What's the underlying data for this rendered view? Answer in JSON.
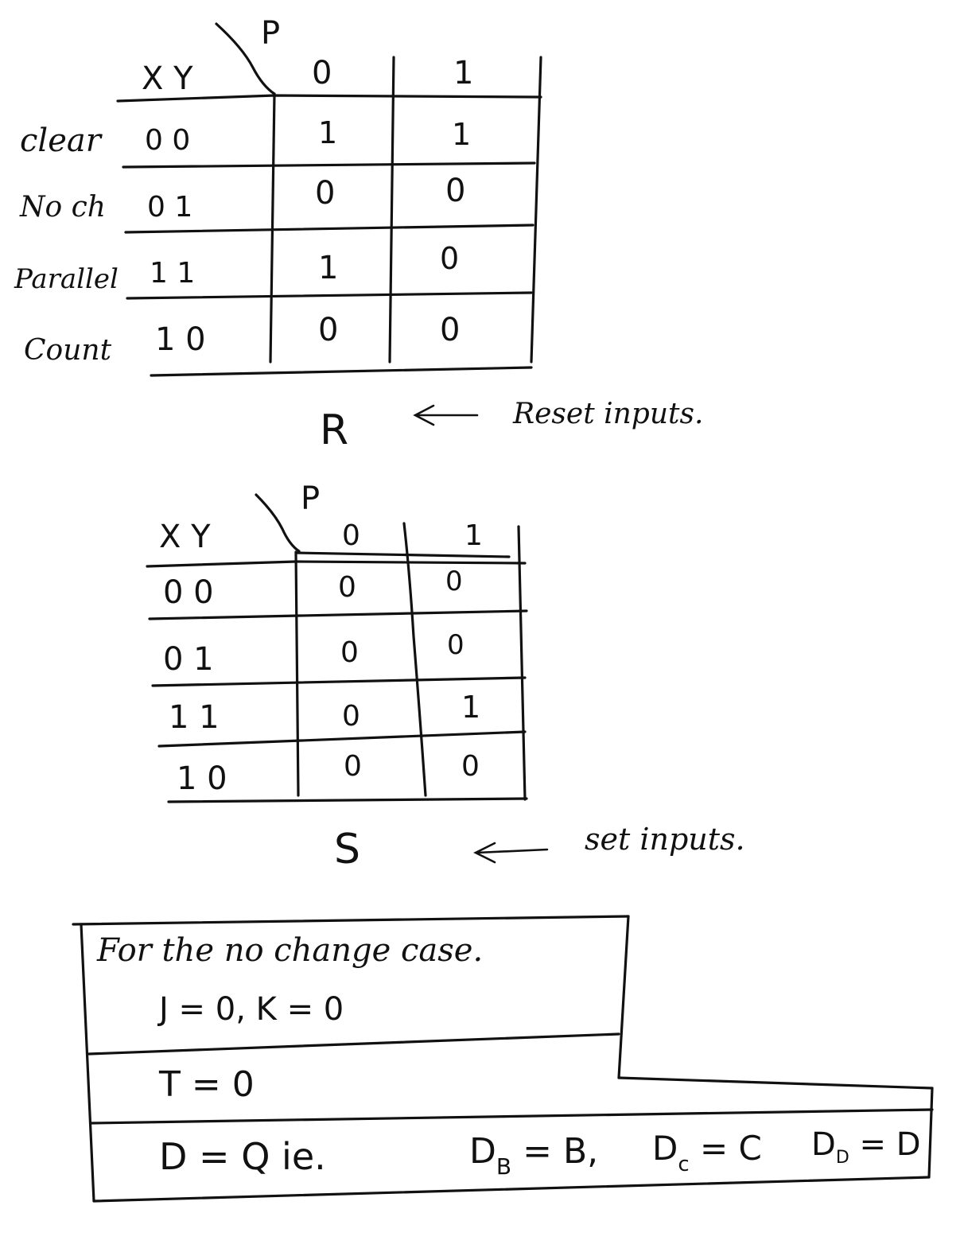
{
  "reset_table": {
    "corner_col_var": "P",
    "corner_row_vars": "X Y",
    "col_headers": [
      "0",
      "1"
    ],
    "rows": [
      {
        "label": "clear",
        "xy": "0 0",
        "cells": [
          "1",
          "1"
        ]
      },
      {
        "label": "No ch",
        "xy": "0 1",
        "cells": [
          "0",
          "0"
        ]
      },
      {
        "label": "Parallel",
        "xy": "1 1",
        "cells": [
          "1",
          "0"
        ]
      },
      {
        "label": "Count",
        "xy": "1 0",
        "cells": [
          "0",
          "0"
        ]
      }
    ],
    "name": "R",
    "arrow_note": "Reset inputs."
  },
  "set_table": {
    "corner_col_var": "P",
    "corner_row_vars": "X Y",
    "col_headers": [
      "0",
      "1"
    ],
    "rows": [
      {
        "xy": "0 0",
        "cells": [
          "0",
          "0"
        ]
      },
      {
        "xy": "0 1",
        "cells": [
          "0",
          "0"
        ]
      },
      {
        "xy": "1 1",
        "cells": [
          "0",
          "1"
        ]
      },
      {
        "xy": "1 0",
        "cells": [
          "0",
          "0"
        ]
      }
    ],
    "name": "S",
    "arrow_note": "set inputs."
  },
  "note_box": {
    "heading": "For the no change case.",
    "jk": "J = 0,   K = 0",
    "t": "T = 0",
    "d_main": "D = Q  ie.",
    "d_b": "D",
    "d_b_sub": "B",
    "d_b_eq": " = B,",
    "d_c": "D",
    "d_c_sub": "c",
    "d_c_eq": " = C",
    "d_d": "D",
    "d_d_sub": "D",
    "d_d_eq": " = D"
  }
}
